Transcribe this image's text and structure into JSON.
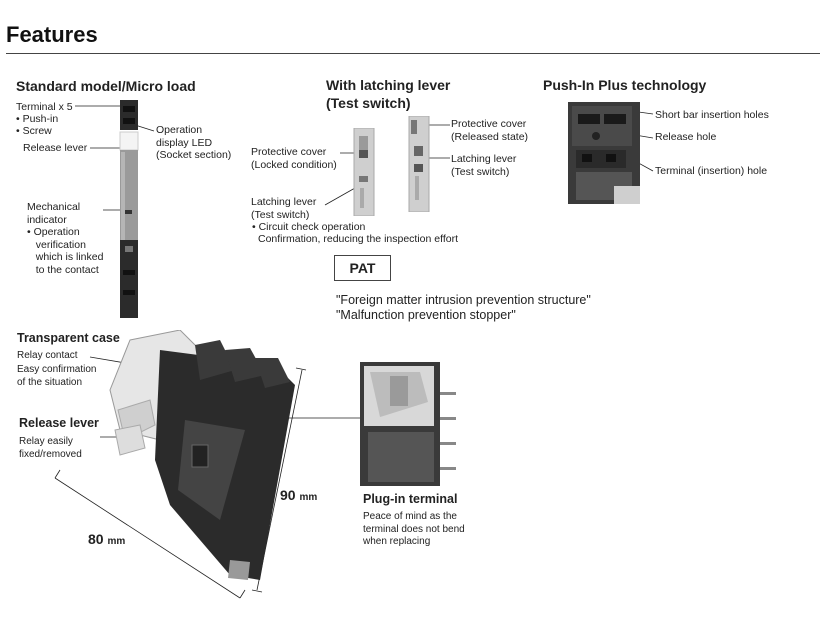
{
  "page": {
    "title": "Features"
  },
  "standard": {
    "heading": "Standard model/Micro load",
    "terminal": "Terminal x 5",
    "terminal_pushin": "• Push-in",
    "terminal_screw": "• Screw",
    "release_lever": "Release lever",
    "operation_led": "Operation\ndisplay LED\n(Socket section)",
    "mechanical_indicator": "Mechanical\nindicator",
    "operation_verification": "• Operation\n   verification\n   which is linked\n   to the contact"
  },
  "latching": {
    "heading_line1": "With latching lever",
    "heading_line2": "(Test switch)",
    "cover_locked": "Protective cover\n(Locked condition)",
    "cover_released": "Protective cover\n(Released state)",
    "lever_left": "Latching lever\n(Test switch)",
    "lever_right": "Latching lever\n(Test switch)",
    "circuit_check": "• Circuit check operation",
    "confirmation": "Confirmation, reducing the inspection effort",
    "pat_label": "PAT",
    "quote1": "\"Foreign matter intrusion prevention structure\"",
    "quote2": "\"Malfunction prevention stopper\""
  },
  "pushin": {
    "heading": "Push-In Plus technology",
    "short_bar": "Short bar insertion holes",
    "release_hole": "Release hole",
    "terminal_hole": "Terminal (insertion) hole"
  },
  "lower": {
    "transparent_case": "Transparent case",
    "relay_contact": "Relay contact",
    "easy_confirmation": "Easy confirmation\nof the situation",
    "release_lever": "Release lever",
    "relay_easily": "Relay easily\nfixed/removed",
    "dim_90": "90",
    "dim_80": "80",
    "unit": "mm",
    "plugin_heading": "Plug-in terminal",
    "plugin_desc": "Peace of mind as the\nterminal does not bend\nwhen replacing"
  },
  "colors": {
    "device_dark": "#2b2b2b",
    "device_gray": "#9a9a9a",
    "device_light": "#c8c8c8"
  }
}
